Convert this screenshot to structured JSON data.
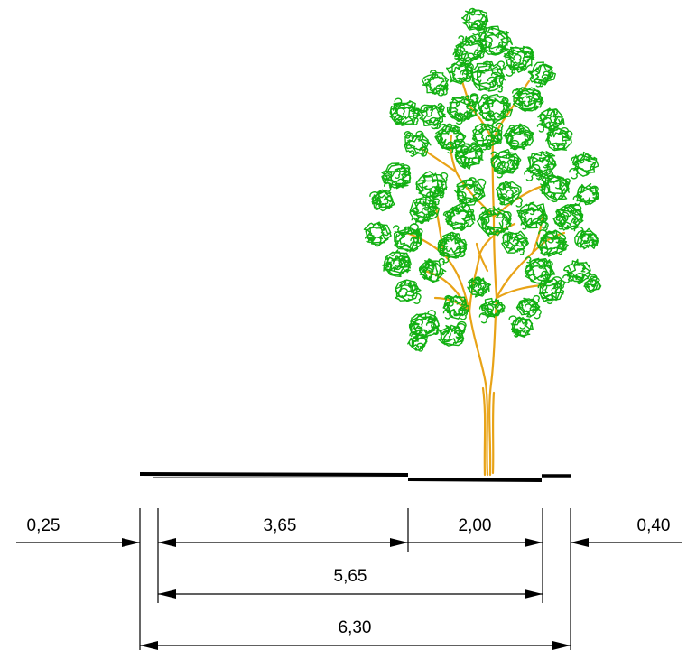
{
  "drawing": {
    "colors": {
      "foliage": "#12b012",
      "trunk": "#e8a317",
      "lines": "#000000",
      "background": "#ffffff"
    },
    "dimensions": {
      "left_offset": "0,25",
      "left_segment": "3,65",
      "right_segment": "2,00",
      "right_offset": "0,40",
      "inner_total": "5,65",
      "overall_total": "6,30"
    }
  }
}
